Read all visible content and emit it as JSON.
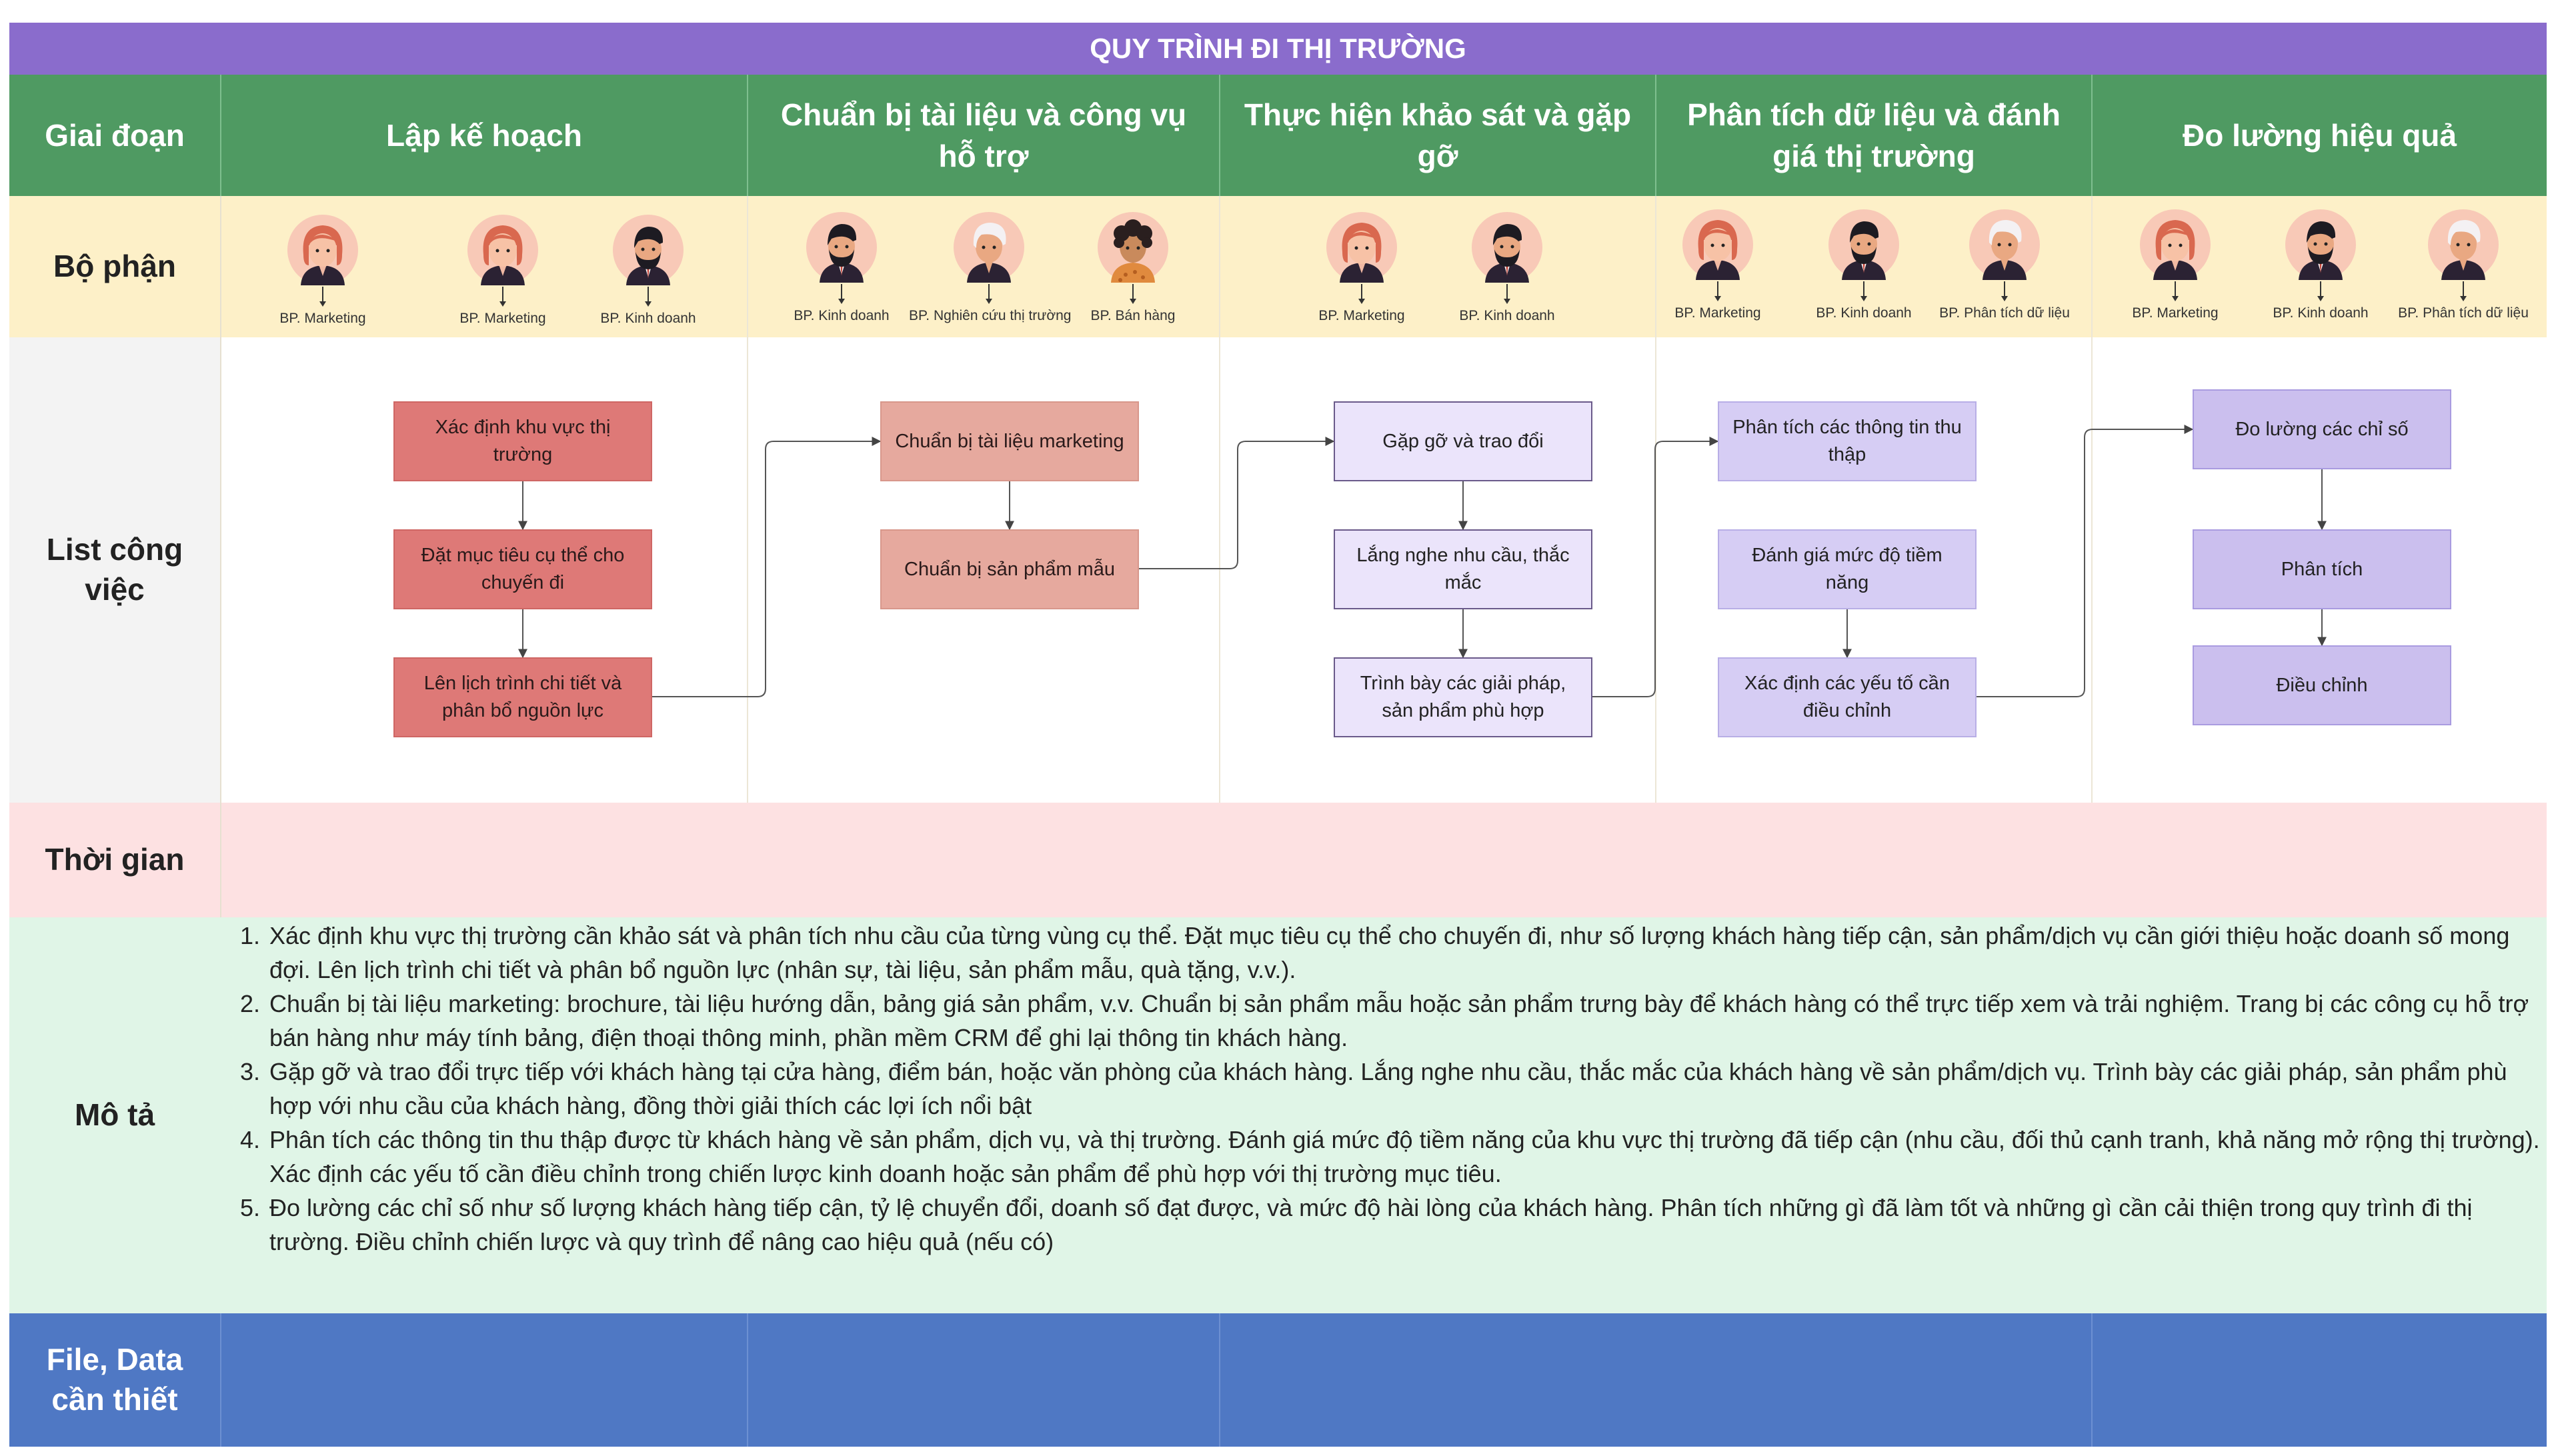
{
  "title": "QUY TRÌNH ĐI THỊ TRƯỜNG",
  "header": {
    "corner": "Giai đoạn",
    "stages": [
      "Lập kế hoạch",
      "Chuẩn bị tài liệu và công vụ hỗ trợ",
      "Thực hiện khảo sát và gặp gỡ",
      "Phân tích dữ liệu và đánh giá thị trường",
      "Đo lường hiệu quả"
    ]
  },
  "rows": {
    "departments": "Bộ phận",
    "tasks": "List công việc",
    "time": "Thời gian",
    "description": "Mô tả",
    "files": "File, Data cần thiết"
  },
  "people": [
    {
      "label": "BP. Marketing",
      "avatar": "woman-avatar-icon"
    },
    {
      "label": "BP. Marketing",
      "avatar": "woman-avatar-icon"
    },
    {
      "label": "BP. Kinh doanh",
      "avatar": "bearded-man-avatar-icon"
    },
    {
      "label": "BP. Kinh doanh",
      "avatar": "bearded-man-avatar-icon"
    },
    {
      "label": "BP. Nghiên cứu thị trường",
      "avatar": "elderly-man-avatar-icon"
    },
    {
      "label": "BP. Bán hàng",
      "avatar": "curly-hair-avatar-icon"
    },
    {
      "label": "BP. Marketing",
      "avatar": "woman-avatar-icon"
    },
    {
      "label": "BP. Kinh doanh",
      "avatar": "bearded-man-avatar-icon"
    },
    {
      "label": "BP. Marketing",
      "avatar": "woman-avatar-icon"
    },
    {
      "label": "BP. Kinh doanh",
      "avatar": "bearded-man-avatar-icon"
    },
    {
      "label": "BP. Phân tích dữ liệu",
      "avatar": "elderly-man-avatar-icon"
    },
    {
      "label": "BP. Marketing",
      "avatar": "woman-avatar-icon"
    },
    {
      "label": "BP. Kinh doanh",
      "avatar": "bearded-man-avatar-icon"
    },
    {
      "label": "BP. Phân tích dữ liệu",
      "avatar": "elderly-man-avatar-icon"
    }
  ],
  "tasks": [
    "Xác định khu vực thị trường",
    "Đặt mục tiêu cụ thể cho chuyến đi",
    "Lên lịch trình chi tiết và phân bổ nguồn lực",
    "Chuẩn bị tài liệu marketing",
    "Chuẩn bị sản phẩm mẫu",
    "Gặp gỡ và trao đổi",
    "Lắng nghe nhu cầu, thắc mắc",
    "Trình bày các giải pháp, sản phẩm phù hợp",
    "Phân tích các thông tin thu thập",
    "Đánh giá mức độ tiềm năng",
    "Xác định các yếu tố cần điều chỉnh",
    "Đo lường các chỉ số",
    "Phân tích",
    "Điều chỉnh"
  ],
  "descriptions": [
    "Xác định khu vực thị trường cần khảo sát và phân tích nhu cầu của từng vùng cụ thể. Đặt mục tiêu cụ thể cho chuyến đi, như số lượng khách hàng tiếp cận, sản phẩm/dịch vụ cần giới thiệu hoặc doanh số mong đợi. Lên lịch trình chi tiết và phân bổ nguồn lực (nhân sự, tài liệu, sản phẩm mẫu, quà tặng, v.v.).",
    "Chuẩn bị tài liệu marketing: brochure, tài liệu hướng dẫn, bảng giá sản phẩm, v.v. Chuẩn bị sản phẩm mẫu hoặc sản phẩm trưng bày để khách hàng có thể trực tiếp xem và trải nghiệm. Trang bị các công cụ hỗ trợ bán hàng như máy tính bảng, điện thoại thông minh, phần mềm CRM để ghi lại thông tin khách hàng.",
    "Gặp gỡ và trao đổi trực tiếp với khách hàng tại cửa hàng, điểm bán, hoặc văn phòng của khách hàng. Lắng nghe nhu cầu, thắc mắc của khách hàng về sản phẩm/dịch vụ. Trình bày các giải pháp, sản phẩm phù hợp với nhu cầu của khách hàng, đồng thời giải thích các lợi ích nổi bật",
    "Phân tích các thông tin thu thập được từ khách hàng về sản phẩm, dịch vụ, và thị trường. Đánh giá mức độ tiềm năng của khu vực thị trường đã tiếp cận (nhu cầu, đối thủ cạnh tranh, khả năng mở rộng thị trường). Xác định các yếu tố cần điều chỉnh trong chiến lược kinh doanh hoặc sản phẩm để phù hợp với thị trường mục tiêu.",
    "Đo lường các chỉ số như số lượng khách hàng tiếp cận, tỷ lệ chuyển đổi, doanh số đạt được, và mức độ hài lòng của khách hàng. Phân tích những gì đã làm tốt và những gì cần cải thiện trong quy trình đi thị trường. Điều chỉnh chiến lược và quy trình để nâng cao hiệu quả  (nếu có)"
  ],
  "colors": {
    "title_bar": "#8a6ccc",
    "header_row": "#4f9a62",
    "department_row": "#fdf0c8",
    "task_row_label": "#f3f3f3",
    "time_row": "#fde1e2",
    "description_row": "#e0f5e7",
    "files_row": "#4f78c4"
  }
}
